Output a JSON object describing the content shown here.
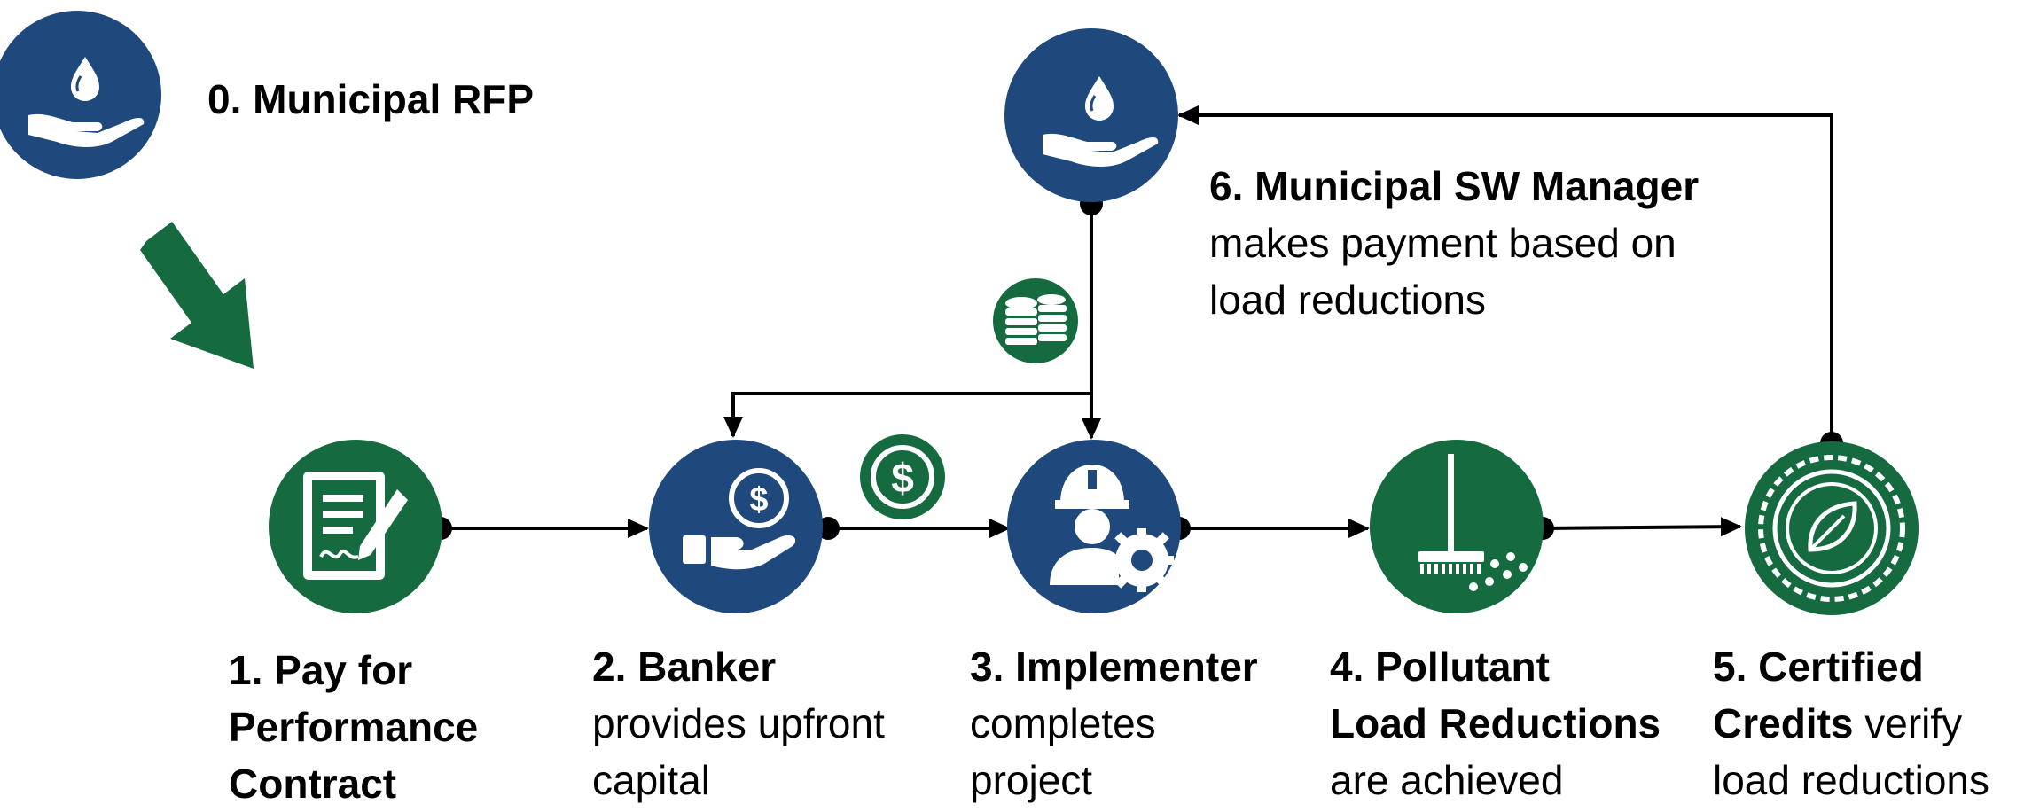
{
  "colors": {
    "navy": "#1f497d",
    "green": "#156b3f",
    "line": "#000000",
    "white": "#ffffff"
  },
  "steps": {
    "s0": {
      "title": "0. Municipal RFP"
    },
    "s1": {
      "title_l1": "1. Pay for",
      "title_l2": "Performance",
      "title_l3": "Contract"
    },
    "s2": {
      "title": "2. Banker",
      "desc_l1": "provides upfront",
      "desc_l2": "capital"
    },
    "s3": {
      "title": "3. Implementer",
      "desc_l1": "completes",
      "desc_l2": "project"
    },
    "s4": {
      "title_l1": "4. Pollutant",
      "title_l2": "Load Reductions",
      "desc_l1": "are achieved"
    },
    "s5": {
      "title_l1": "5. Certified",
      "title_l2": "Credits",
      "desc_tail": " verify",
      "desc_l2": "load reductions"
    },
    "s6": {
      "title": "6. Municipal SW Manager",
      "desc_l1": "makes payment based on",
      "desc_l2": "load reductions"
    }
  },
  "icons": {
    "node0": "hand-water-drop-icon",
    "node1": "contract-signing-icon",
    "node2": "hand-money-icon",
    "node3": "engineer-gear-icon",
    "node4": "street-sweeper-icon",
    "node5": "certified-leaf-seal-icon",
    "node6": "hand-water-drop-icon",
    "coins": "coin-stack-icon",
    "dollar": "dollar-coin-icon"
  }
}
